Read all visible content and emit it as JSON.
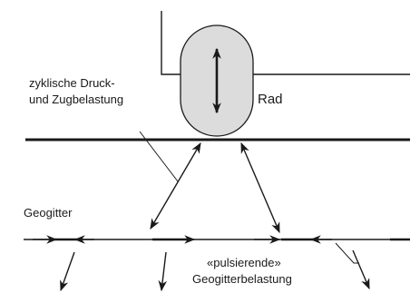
{
  "labels": {
    "wheel": "Rad",
    "cyclic_line1": "zyklische Druck-",
    "cyclic_line2": "und Zugbelastung",
    "geogrid": "Geogitter",
    "pulsing_line1": "«pulsierende»",
    "pulsing_line2": "Geogitterbelastung"
  },
  "colors": {
    "ink": "#1a1a1a",
    "wheel_fill": "#dcdcdc",
    "background": "#ffffff"
  }
}
